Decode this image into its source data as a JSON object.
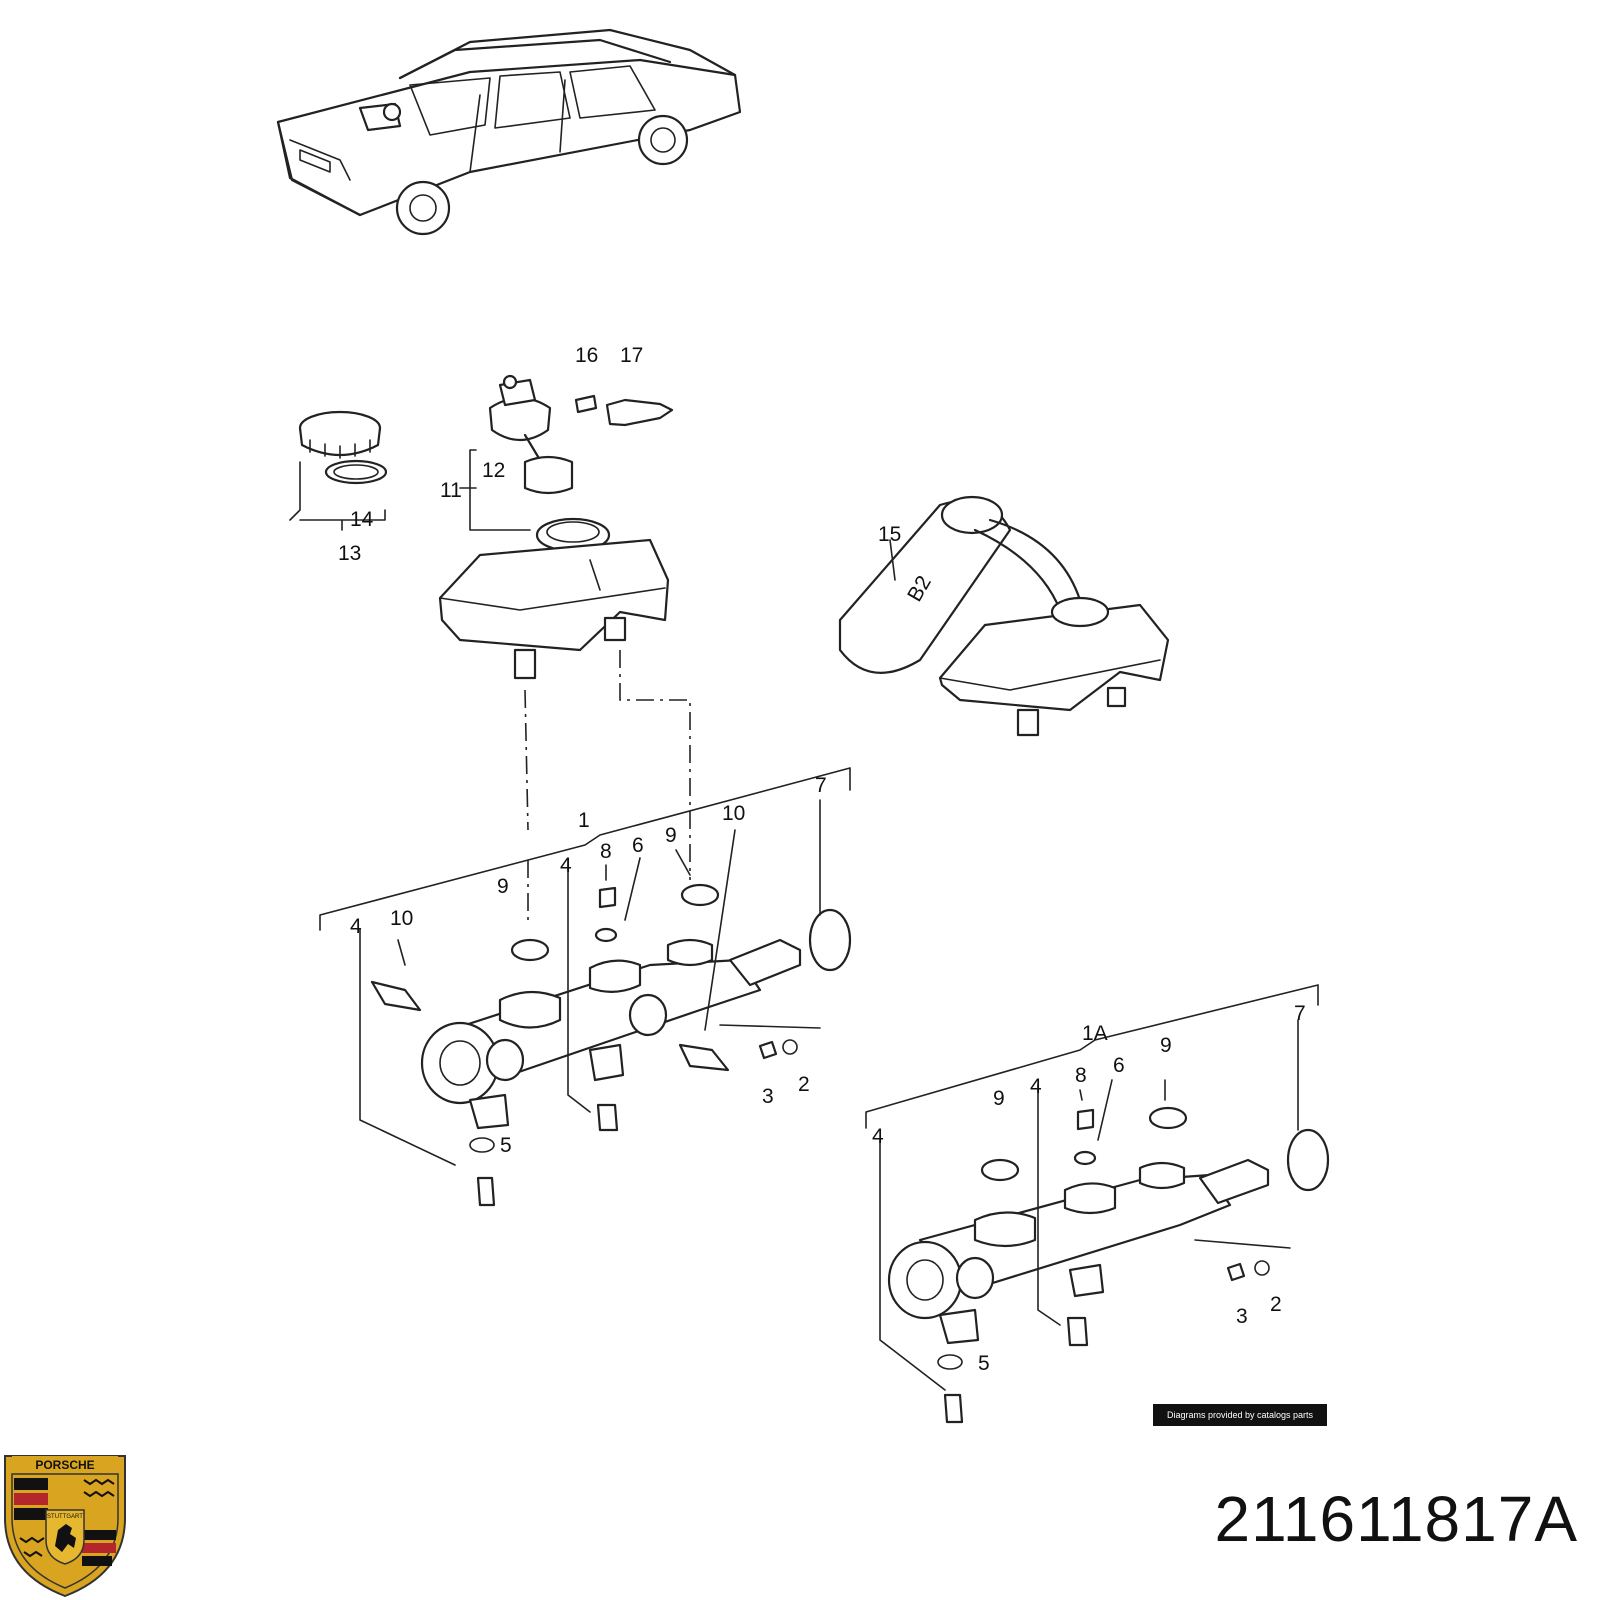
{
  "diagram": {
    "callouts": {
      "c1": "1",
      "c1a": "1A",
      "c2a": "2",
      "c2b": "2",
      "c3a": "3",
      "c3b": "3",
      "c4a": "4",
      "c4b": "4",
      "c4c": "4",
      "c4d": "4",
      "c5a": "5",
      "c5b": "5",
      "c6a": "6",
      "c6b": "6",
      "c7a": "7",
      "c7b": "7",
      "c8a": "8",
      "c8b": "8",
      "c9a": "9",
      "c9b": "9",
      "c9c": "9",
      "c9d": "9",
      "c10a": "10",
      "c10b": "10",
      "c11": "11",
      "c12": "12",
      "c13": "13",
      "c14": "14",
      "c15": "15",
      "c16": "16",
      "c17": "17"
    },
    "bottle_label": "B2"
  },
  "credit": "Diagrams provided by catalogs parts",
  "part_number": "211611817A",
  "logo": {
    "brand": "PORSCHE",
    "city": "STUTTGART",
    "colors": {
      "gold": "#d9a520",
      "red": "#b3262c",
      "black": "#111111"
    }
  }
}
